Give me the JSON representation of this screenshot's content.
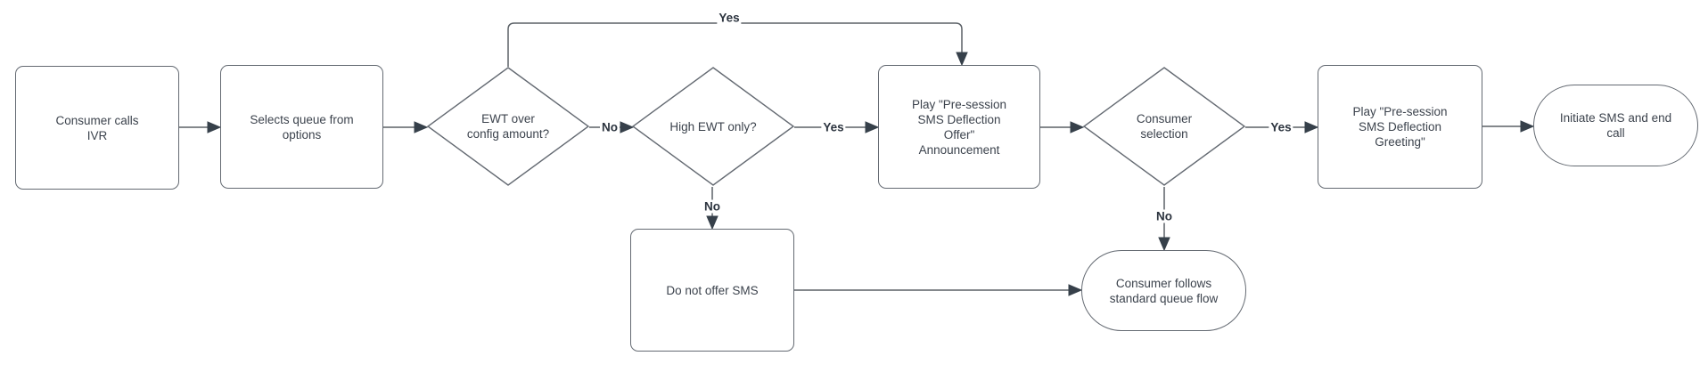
{
  "diagram": {
    "type": "flowchart",
    "background_color": "#ffffff",
    "node_fill_color": "#ffffff",
    "node_border_color": "#646a72",
    "edge_color": "#5b6167",
    "arrowhead_color": "#36404a",
    "node_text_color": "#3c434d",
    "edge_label_color": "#2c343f",
    "nodes": [
      {
        "id": "consumer-calls-ivr",
        "shape": "rounded-rectangle",
        "label": "Consumer calls\nIVR"
      },
      {
        "id": "selects-queue",
        "shape": "rounded-rectangle",
        "label": "Selects queue from\noptions"
      },
      {
        "id": "ewt-over-config",
        "shape": "diamond",
        "label": "EWT over\nconfig amount?"
      },
      {
        "id": "high-ewt-only",
        "shape": "diamond",
        "label": "High EWT only?"
      },
      {
        "id": "play-offer-announcement",
        "shape": "rounded-rectangle",
        "label": "Play \"Pre-session\nSMS Deflection\nOffer\"\nAnnouncement"
      },
      {
        "id": "consumer-selection",
        "shape": "diamond",
        "label": "Consumer\nselection"
      },
      {
        "id": "play-greeting",
        "shape": "rounded-rectangle",
        "label": "Play \"Pre-session\nSMS Deflection\nGreeting\""
      },
      {
        "id": "initiate-sms-end-call",
        "shape": "terminator",
        "label": "Initiate SMS and end\ncall"
      },
      {
        "id": "do-not-offer-sms",
        "shape": "rounded-rectangle",
        "label": "Do not offer SMS"
      },
      {
        "id": "standard-queue-flow",
        "shape": "terminator",
        "label": "Consumer follows\nstandard queue flow"
      }
    ],
    "edges": [
      {
        "from": "consumer-calls-ivr",
        "to": "selects-queue",
        "label": ""
      },
      {
        "from": "selects-queue",
        "to": "ewt-over-config",
        "label": ""
      },
      {
        "from": "ewt-over-config",
        "to": "high-ewt-only",
        "label": "No"
      },
      {
        "from": "ewt-over-config",
        "to": "play-offer-announcement",
        "label": "Yes"
      },
      {
        "from": "high-ewt-only",
        "to": "play-offer-announcement",
        "label": "Yes"
      },
      {
        "from": "high-ewt-only",
        "to": "do-not-offer-sms",
        "label": "No"
      },
      {
        "from": "play-offer-announcement",
        "to": "consumer-selection",
        "label": ""
      },
      {
        "from": "consumer-selection",
        "to": "play-greeting",
        "label": "Yes"
      },
      {
        "from": "consumer-selection",
        "to": "standard-queue-flow",
        "label": "No"
      },
      {
        "from": "play-greeting",
        "to": "initiate-sms-end-call",
        "label": ""
      },
      {
        "from": "do-not-offer-sms",
        "to": "standard-queue-flow",
        "label": ""
      }
    ]
  }
}
